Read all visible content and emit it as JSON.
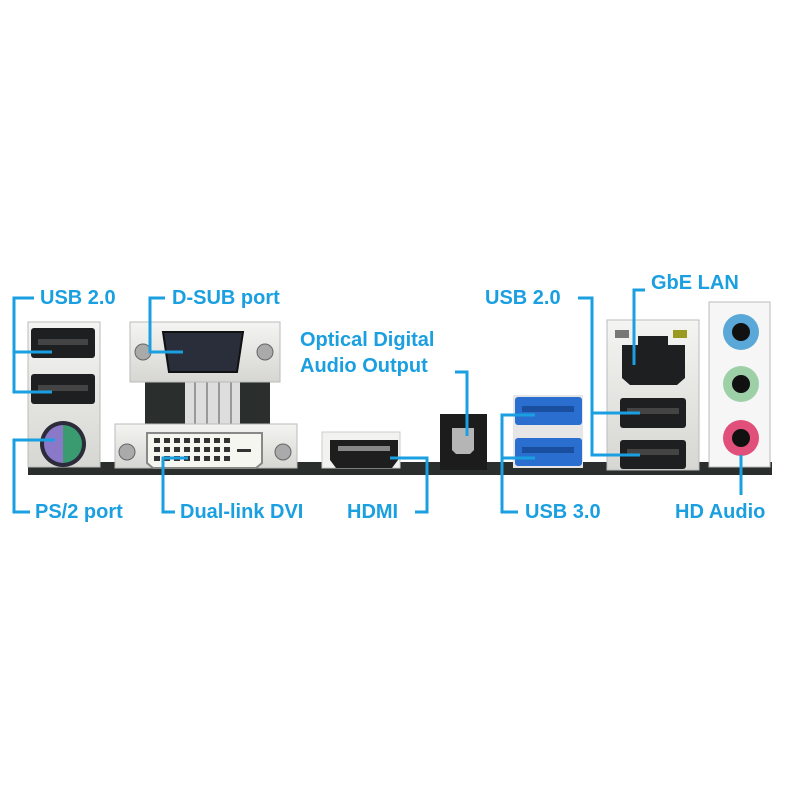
{
  "colors": {
    "label": "#1a9fe0",
    "board": "#2a2e2c",
    "usb3": "#2a6fd0"
  },
  "labels": {
    "usb20_left": "USB 2.0",
    "dsub": "D-SUB port",
    "optical_line1": "Optical Digital",
    "optical_line2": "Audio Output",
    "ps2": "PS/2 port",
    "dvi": "Dual-link DVI",
    "hdmi": "HDMI",
    "usb30": "USB 3.0",
    "usb20_right": "USB 2.0",
    "gbe_lan": "GbE LAN",
    "hd_audio": "HD Audio"
  }
}
